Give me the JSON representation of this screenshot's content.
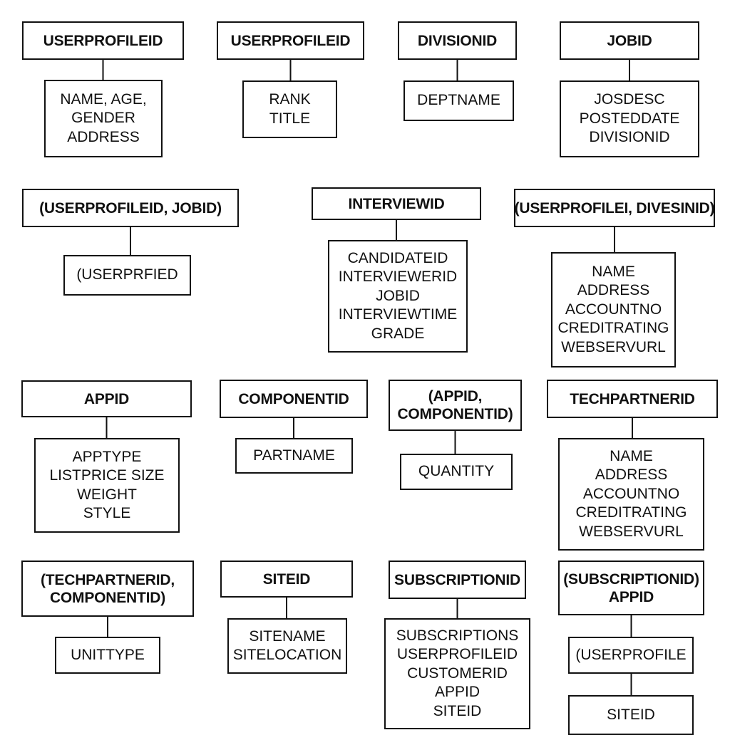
{
  "entities": [
    {
      "key": [
        "USERPROFILEID"
      ],
      "attributes": [
        "NAME, AGE,",
        "GENDER",
        "ADDRESS"
      ]
    },
    {
      "key": [
        "USERPROFILEID"
      ],
      "attributes": [
        "RANK",
        "TITLE"
      ]
    },
    {
      "key": [
        "DIVISIONID"
      ],
      "attributes": [
        "DEPTNAME"
      ]
    },
    {
      "key": [
        "JOBID"
      ],
      "attributes": [
        "JOSDESC",
        "POSTEDDATE",
        "DIVISIONID"
      ]
    },
    {
      "key": [
        "(USERPROFILEID, JOBID)"
      ],
      "attributes": [
        "(USERPRFIED"
      ]
    },
    {
      "key": [
        "INTERVIEWID"
      ],
      "attributes": [
        "CANDIDATEID",
        "INTERVIEWERID",
        "JOBID",
        "INTERVIEWTIME",
        "GRADE"
      ]
    },
    {
      "key": [
        "(USERPROFILEI, DIVESINID)"
      ],
      "attributes": [
        "NAME",
        "ADDRESS",
        "ACCOUNTNO",
        "CREDITRATING",
        "WEBSERVURL"
      ]
    },
    {
      "key": [
        "APPID"
      ],
      "attributes": [
        "APPTYPE",
        "LISTPRICE SIZE",
        "WEIGHT",
        "STYLE"
      ]
    },
    {
      "key": [
        "COMPONENTID"
      ],
      "attributes": [
        "PARTNAME"
      ]
    },
    {
      "key": [
        "(APPID,",
        "COMPONENTID)"
      ],
      "attributes": [
        "QUANTITY"
      ]
    },
    {
      "key": [
        "TECHPARTNERID"
      ],
      "attributes": [
        "NAME",
        "ADDRESS",
        "ACCOUNTNO",
        "CREDITRATING",
        "WEBSERVURL"
      ]
    },
    {
      "key": [
        "(TECHPARTNERID,",
        "COMPONENTID)"
      ],
      "attributes": [
        "UNITTYPE"
      ]
    },
    {
      "key": [
        "SITEID"
      ],
      "attributes": [
        "SITENAME",
        "SITELOCATION"
      ]
    },
    {
      "key": [
        "SUBSCRIPTIONID"
      ],
      "attributes": [
        "SUBSCRIPTIONS",
        "USERPROFILEID",
        "CUSTOMERID",
        "APPID",
        "SITEID"
      ]
    },
    {
      "key": [
        "(SUBSCRIPTIONID)",
        "APPID"
      ],
      "attributes": [
        "(USERPROFILE",
        "SITEID"
      ]
    }
  ]
}
